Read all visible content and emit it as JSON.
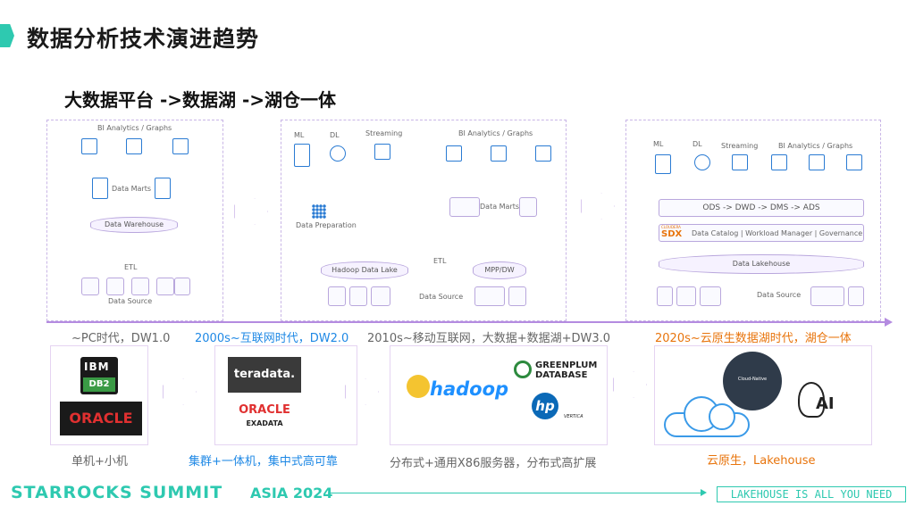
{
  "header": {
    "title": "数据分析技术演进趋势",
    "subtitle": "大数据平台 ->数据湖 ->湖仓一体"
  },
  "panel1": {
    "bi": "BI Analytics / Graphs",
    "marts": "Data Marts",
    "warehouse": "Data Warehouse",
    "etl": "ETL",
    "source": "Data Source"
  },
  "panel2": {
    "ml": "ML",
    "dl": "DL",
    "streaming": "Streaming",
    "bi": "BI Analytics / Graphs",
    "prep": "Data Preparation",
    "marts": "Data Marts",
    "lake": "Hadoop Data Lake",
    "etl": "ETL",
    "mpp": "MPP/DW",
    "source": "Data Source"
  },
  "panel3": {
    "ml": "ML",
    "dl": "DL",
    "streaming": "Streaming",
    "bi": "BI Analytics / Graphs",
    "layers": "ODS -> DWD -> DMS -> ADS",
    "sdx_logo": "SDX",
    "sdx_brand": "CLOUDERA",
    "catalog": "Data Catalog | Workload Manager | Governance",
    "lakehouse": "Data Lakehouse",
    "source": "Data Source"
  },
  "eras": [
    {
      "label": "~PC时代，DW1.0",
      "color": "#666666"
    },
    {
      "label": "2000s~互联网时代，DW2.0",
      "color": "#1e88e5"
    },
    {
      "label": "2010s~移动互联网，大数据+数据湖+DW3.0",
      "color": "#666666"
    },
    {
      "label": "2020s~云原生数据湖时代，湖仓一体",
      "color": "#e8740c"
    }
  ],
  "vendors": {
    "ibm": "IBM",
    "db2": "DB2",
    "oracle": "ORACLE",
    "teradata": "teradata.",
    "oracle_exadata": "ORACLE",
    "exadata": "EXADATA",
    "hadoop": "hadoop",
    "greenplum": "GREENPLUM",
    "greenplum_db": "DATABASE",
    "hp": "hp",
    "vertica": "VERTICA",
    "cloud_native": "Cloud-Native",
    "ai": "AI"
  },
  "captions": [
    {
      "label": "单机+小机",
      "color": "#666666"
    },
    {
      "label": "集群+一体机，集中式高可靠",
      "color": "#1e88e5"
    },
    {
      "label": "分布式+通用X86服务器，分布式高扩展",
      "color": "#666666"
    },
    {
      "label": "云原生，Lakehouse",
      "color": "#e8740c"
    }
  ],
  "footer": {
    "brand": "STARROCKS SUMMIT",
    "asia": "ASIA 2024",
    "tag": "LAKEHOUSE IS ALL YOU NEED"
  },
  "colors": {
    "accent": "#2ec9b0",
    "purple_line": "#b9a7dd",
    "icon_blue": "#2a7bd3"
  }
}
